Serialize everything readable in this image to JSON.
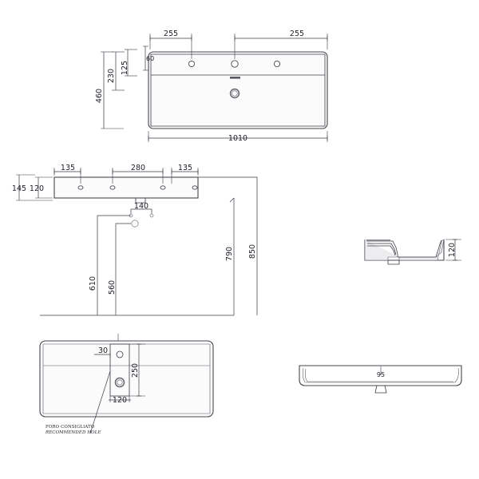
{
  "drawing": {
    "title": "Washbasin technical drawing",
    "units": "mm",
    "line_color": "#46464f",
    "text_color": "#22222a",
    "background": "#ffffff"
  },
  "views": {
    "top_view": {
      "name": "top-view-basin",
      "dimensions": {
        "overall_width": "1010",
        "overall_depth": "460",
        "ledge_depth": "230",
        "hole_center_from_back": "125",
        "back_edge": "60",
        "left_tap_offset": "255",
        "right_tap_offset": "255"
      },
      "tap_holes": 3,
      "drain_holes": 1
    },
    "front_plan_view": {
      "name": "front-plan-view",
      "dimensions": {
        "total_height": "145",
        "basin_height": "120",
        "left_tap_spacing": "135",
        "center_tap_spacing": "280",
        "right_tap_spacing": "135"
      },
      "tap_holes": 4
    },
    "installation_heights": {
      "name": "installation-height-dimensions",
      "dimensions": {
        "waste_spacing": "140",
        "waste_height_left": "610",
        "waste_height_right": "560",
        "basin_underside_height": "790",
        "basin_top_height": "850"
      }
    },
    "bottom_view": {
      "name": "bottom-view-basin",
      "dimensions": {
        "hole_offset": "30",
        "hole_block_height": "250",
        "hole_block_width": "120"
      },
      "note_line1": "FORO CONSIGLIATO",
      "note_line2": "RECOMMENDED HOLE"
    },
    "section_view": {
      "name": "section-view-basin",
      "dimensions": {
        "depth": "120"
      }
    },
    "front_elevation": {
      "name": "front-elevation-basin",
      "dimensions": {
        "waste_marker": "95"
      }
    }
  }
}
